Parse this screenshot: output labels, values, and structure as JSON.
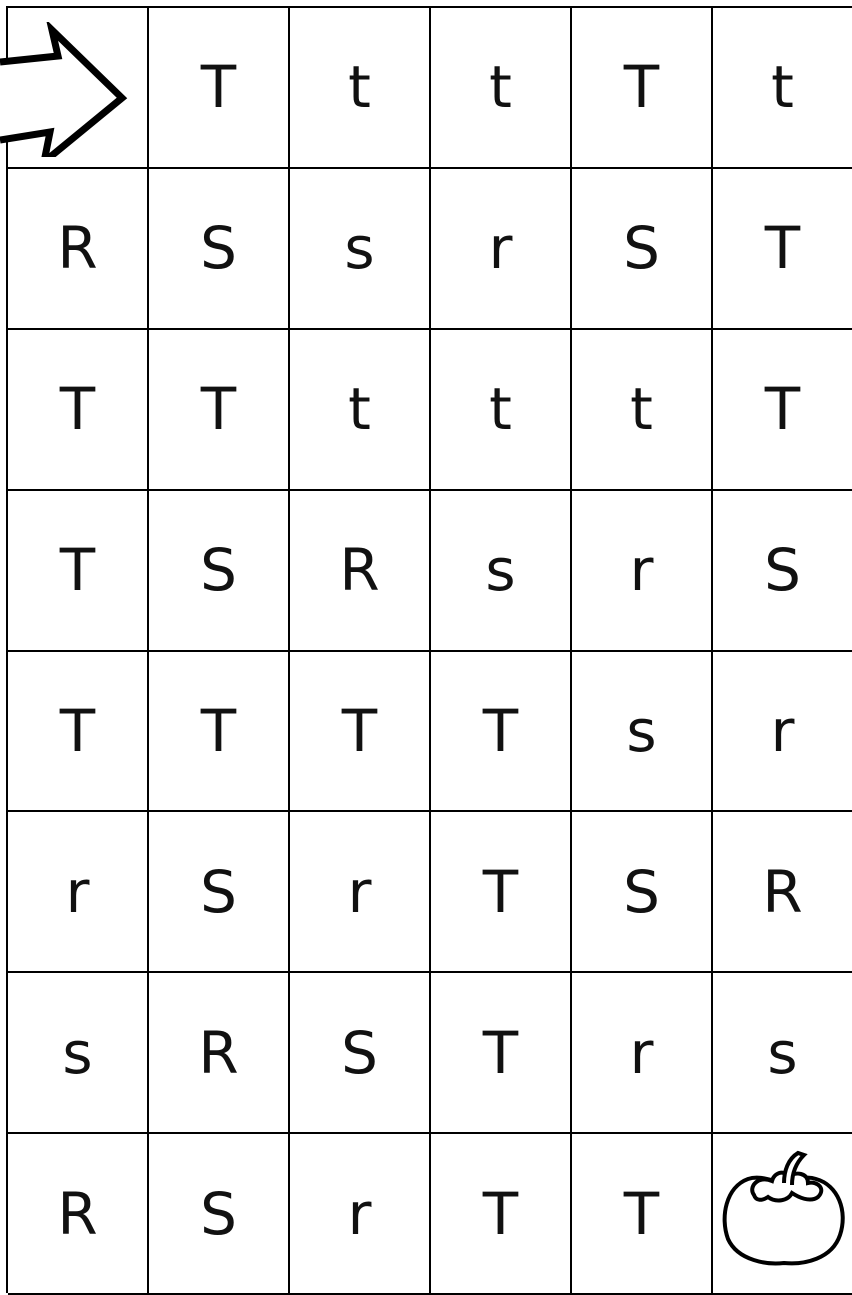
{
  "maze": {
    "rows": [
      [
        "start",
        "T",
        "t",
        "t",
        "T",
        "t"
      ],
      [
        "R",
        "S",
        "s",
        "r",
        "S",
        "T"
      ],
      [
        "T",
        "T",
        "t",
        "t",
        "t",
        "T"
      ],
      [
        "T",
        "S",
        "R",
        "s",
        "r",
        "S"
      ],
      [
        "T",
        "T",
        "T",
        "T",
        "s",
        "r"
      ],
      [
        "r",
        "S",
        "r",
        "T",
        "S",
        "R"
      ],
      [
        "s",
        "R",
        "S",
        "T",
        "r",
        "s"
      ],
      [
        "R",
        "S",
        "r",
        "T",
        "T",
        "goal"
      ]
    ],
    "start_icon": "arrow-right-icon",
    "goal_icon": "tomato-icon"
  }
}
